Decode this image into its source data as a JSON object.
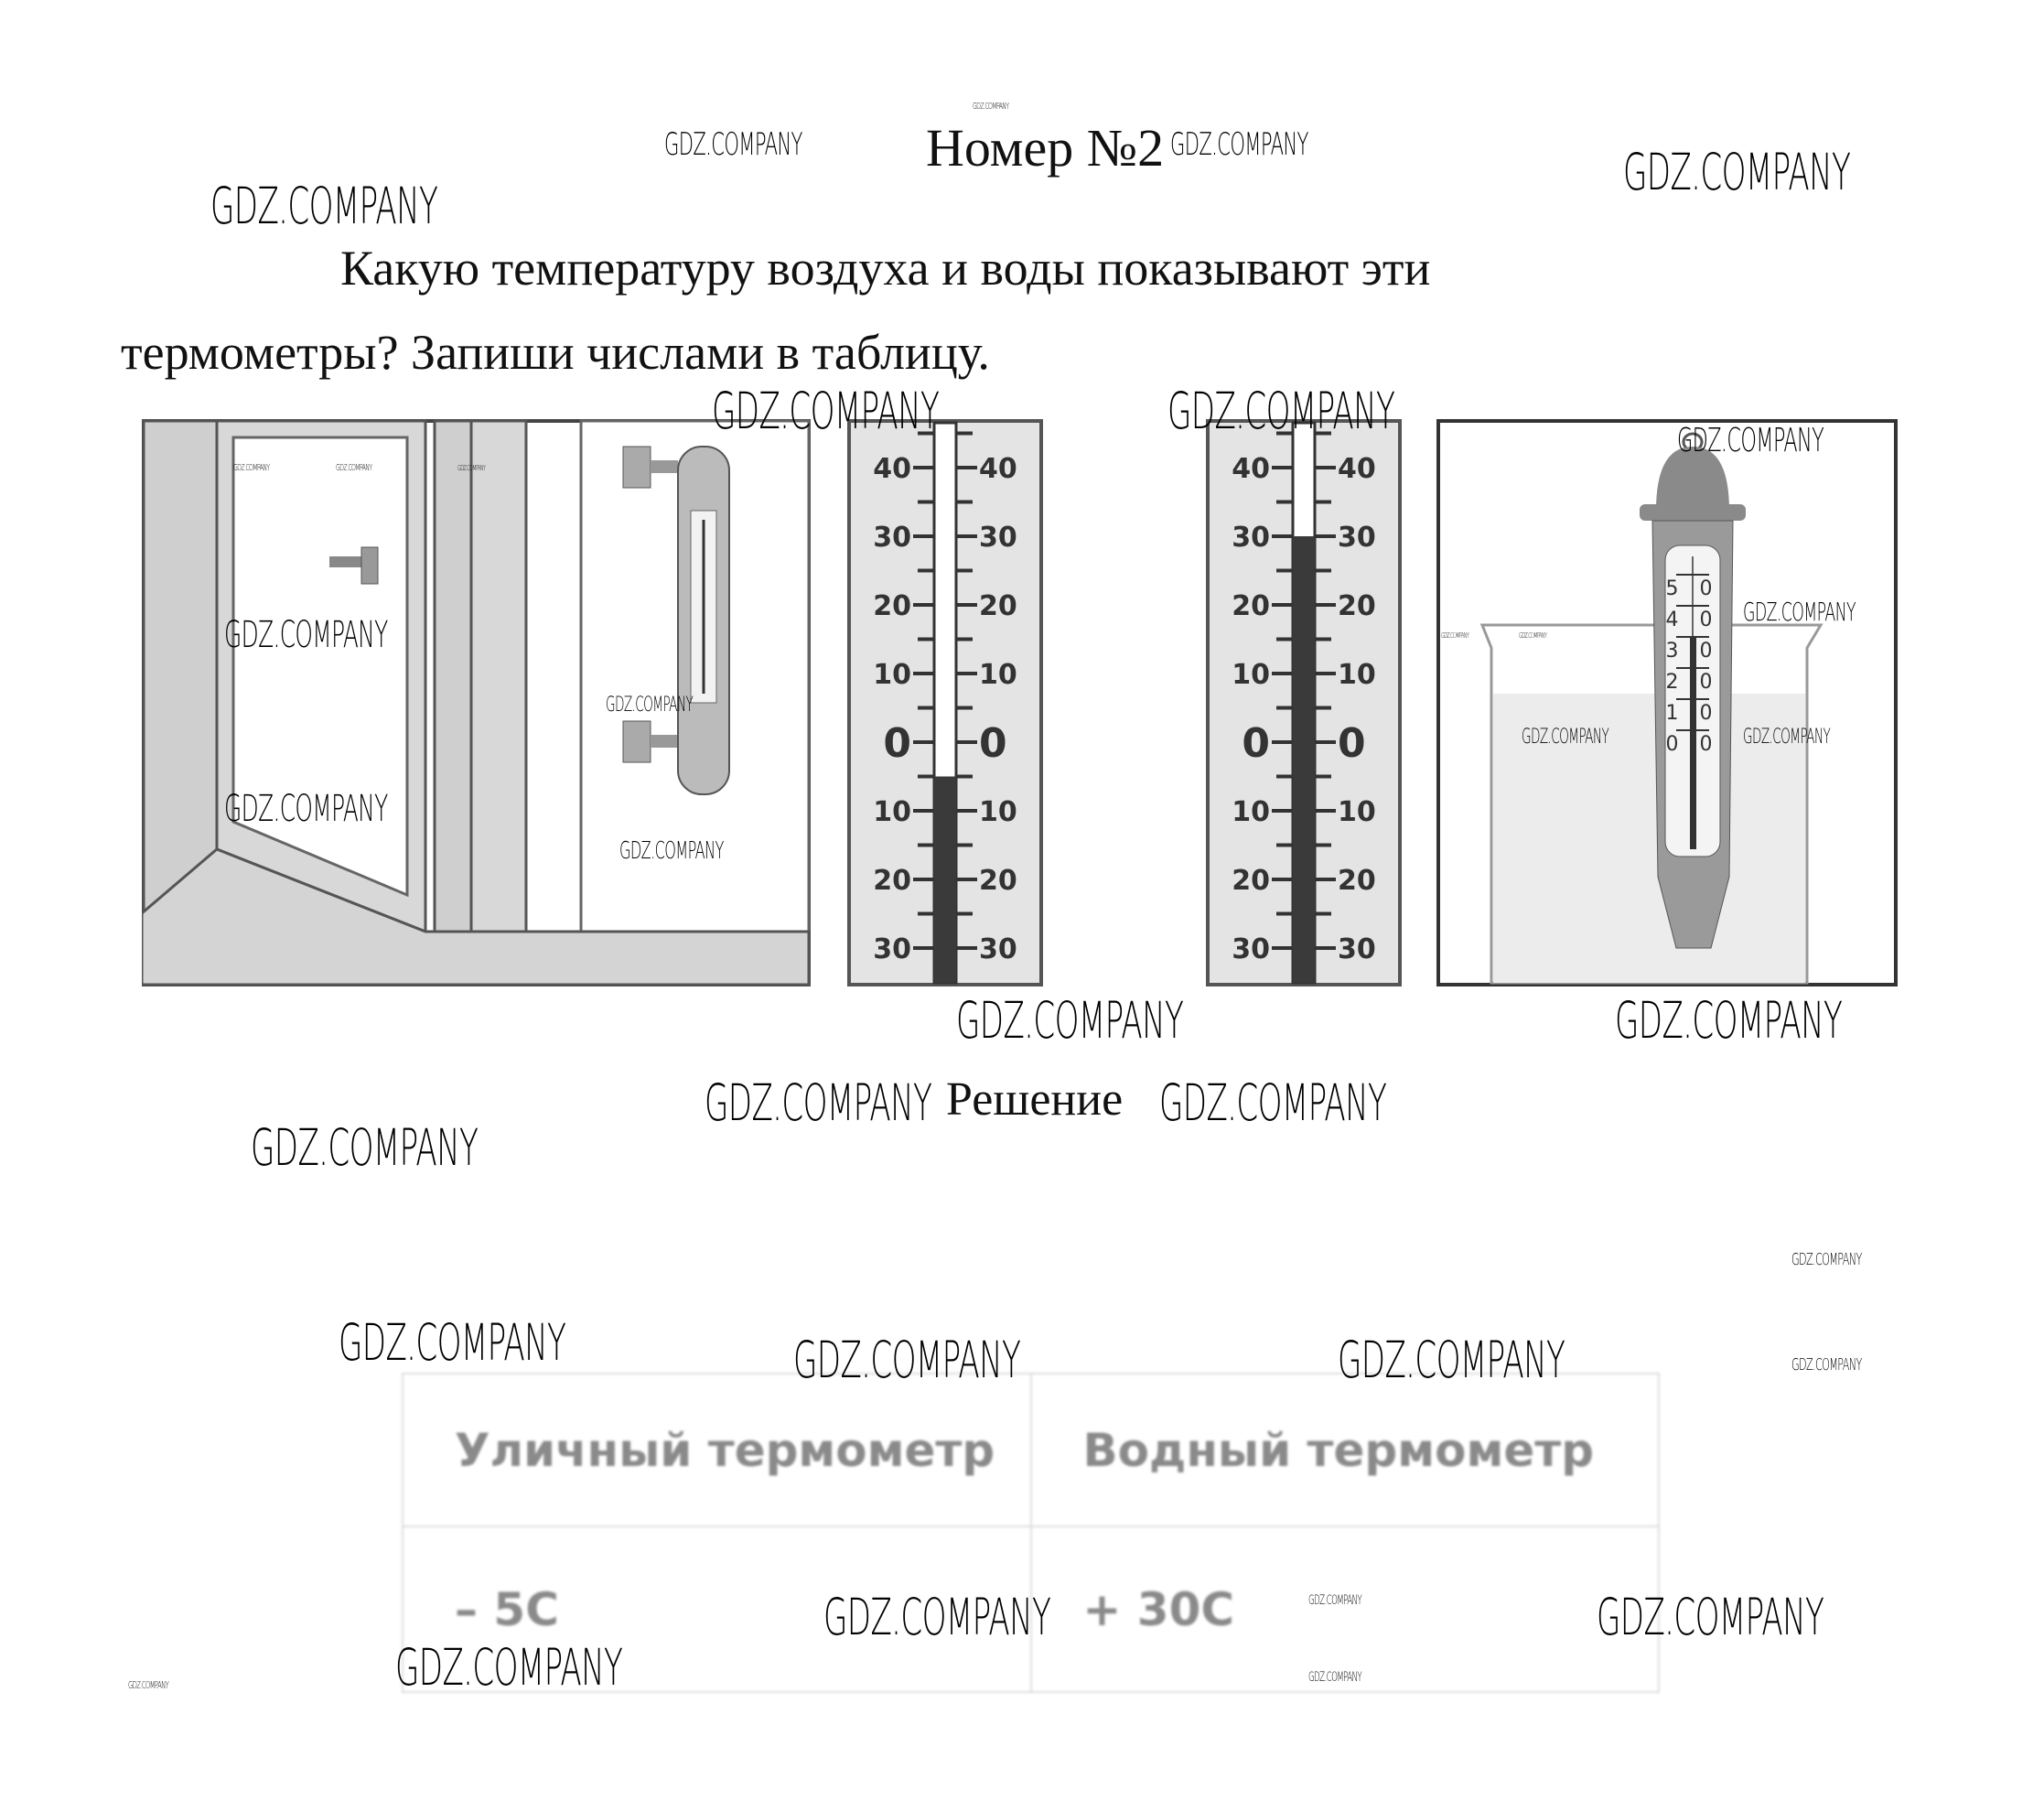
{
  "header": {
    "title": "Номер №2"
  },
  "question": {
    "line1": "Какую температуру воздуха и воды показывают эти",
    "line2": "термометры? Запиши числами в таблицу."
  },
  "thermometers": [
    {
      "name": "air",
      "labels": [
        "40",
        "30",
        "20",
        "10",
        "0",
        "10",
        "20",
        "30"
      ],
      "reading": -5
    },
    {
      "name": "water-scale",
      "labels": [
        "40",
        "30",
        "20",
        "10",
        "0",
        "10",
        "20",
        "30"
      ],
      "reading": 30
    }
  ],
  "water_thermometer": {
    "labels": [
      "5 0",
      "4 0",
      "3 0",
      "2 0",
      "1 0",
      "0 0"
    ],
    "reading": 30
  },
  "solution": {
    "title": "Решение"
  },
  "table": {
    "headers": [
      "Уличный термометр",
      "Водный термометр"
    ],
    "values": [
      "– 5С",
      "+ 30С"
    ]
  },
  "watermark": "GDZ.COMPANY",
  "colors": {
    "mercury": "#3a3a3a",
    "panel": "#e4e4e4",
    "frame": "#555555"
  }
}
